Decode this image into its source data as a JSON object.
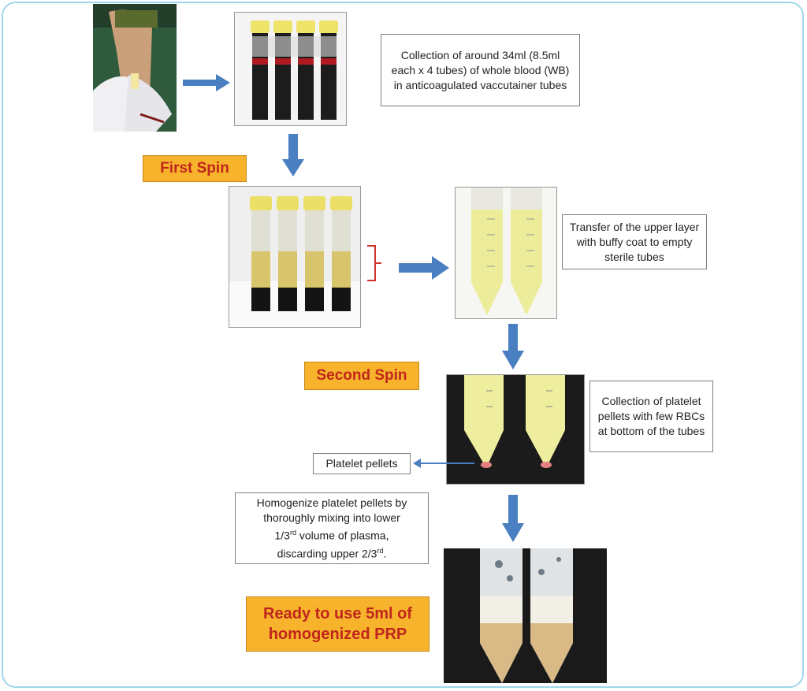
{
  "steps": {
    "collection_text": "Collection of around 34ml (8.5ml each x 4 tubes) of whole blood (WB) in anticoagulated vaccutainer tubes",
    "first_spin": "First Spin",
    "transfer_text": "Transfer  of the upper layer with buffy coat to empty sterile tubes",
    "second_spin": "Second Spin",
    "collection_pellets_text": "Collection of platelet pellets with few RBCs at bottom of the tubes",
    "platelet_pellets": "Platelet pellets",
    "homogenize_line1": "Homogenize platelet pellets by thoroughly mixing into lower",
    "homogenize_line2_a": "1/3",
    "homogenize_line2_sup": "rd",
    "homogenize_line2_b": " volume of plasma,",
    "homogenize_line3_a": "discarding upper 2/3",
    "homogenize_line3_sup": "rd",
    "homogenize_line3_b": ".",
    "ready_line1": "Ready to use 5ml of",
    "ready_line2": "homogenized PRP"
  },
  "colors": {
    "arrow": "#4a7fc1",
    "label_fill": "#f7b32b",
    "label_text": "#c0261d",
    "frame": "#9fd6ea"
  }
}
